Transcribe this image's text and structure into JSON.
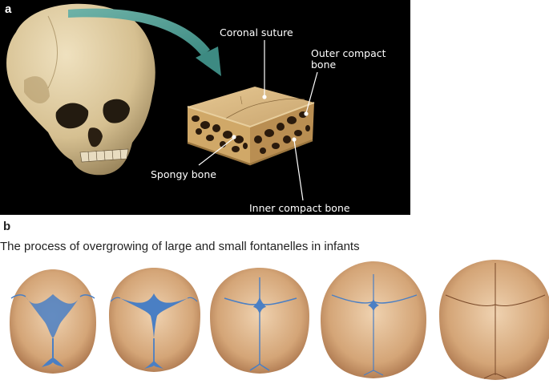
{
  "panel_a": {
    "letter": "a",
    "labels": {
      "coronal": "Coronal suture",
      "outer": "Outer compact bone",
      "spongy": "Spongy bone",
      "inner": "Inner compact bone"
    }
  },
  "panel_b": {
    "letter": "b",
    "caption": "The process of overgrowing of large and small fontanelles in infants"
  },
  "colors": {
    "background_a": "#000000",
    "skull_bone": "#d9c49a",
    "arrow": "#5aa29a",
    "block_top": "#d8b783",
    "infant_skull": "#c99466",
    "fontanelle": "#4a7fc4"
  }
}
